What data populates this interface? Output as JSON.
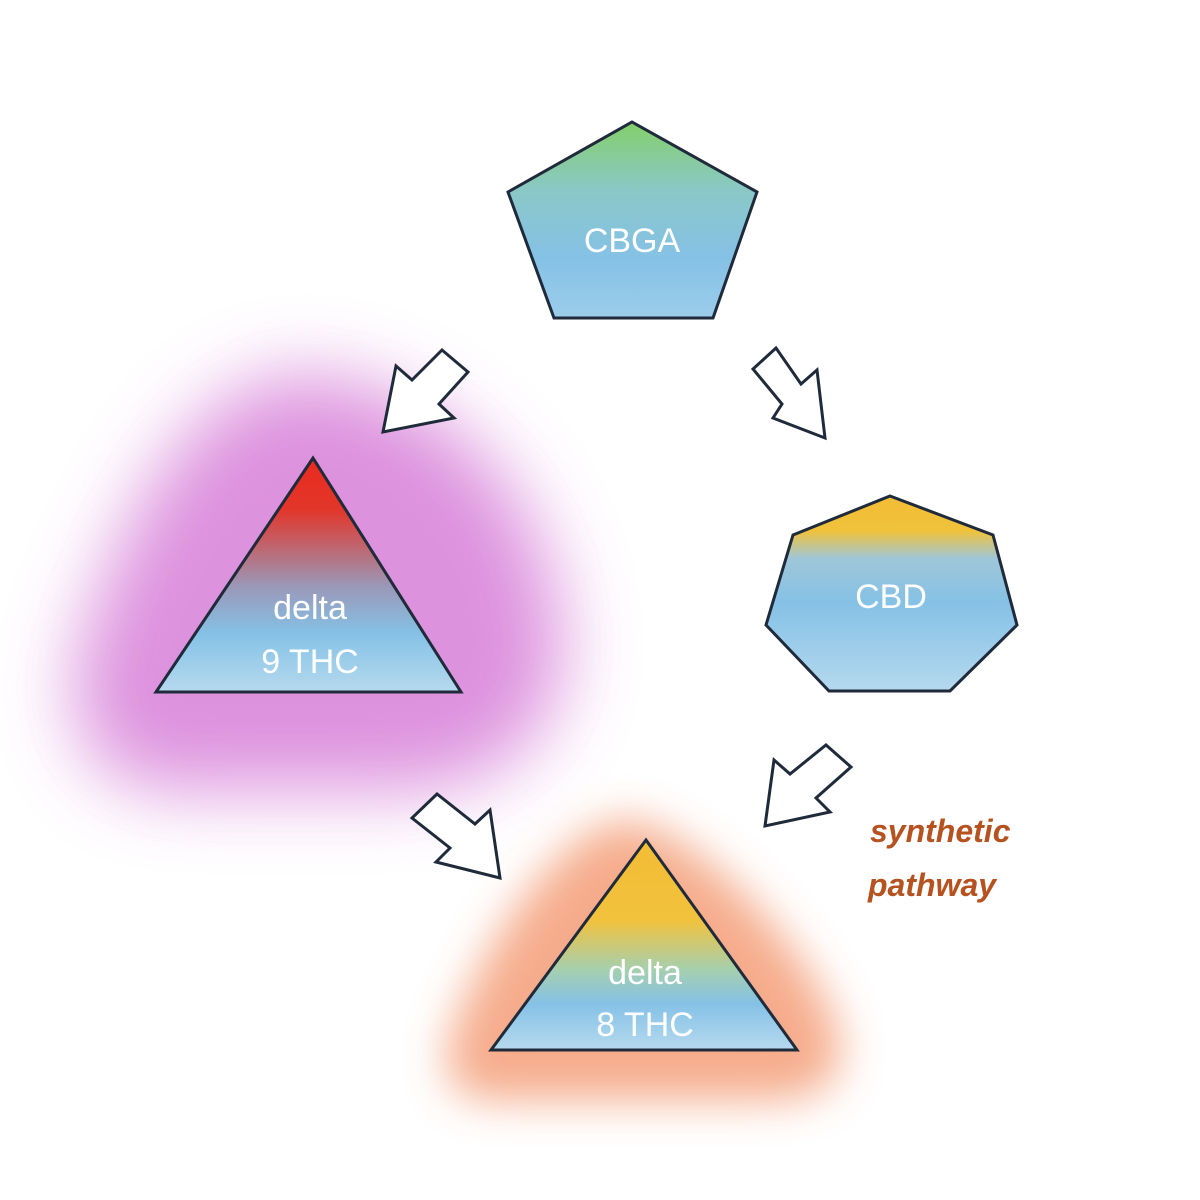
{
  "nodes": {
    "cbga": {
      "label": "CBGA"
    },
    "cbd": {
      "label": "CBD"
    },
    "delta9": {
      "line1": "delta",
      "line2": "9 THC"
    },
    "delta8": {
      "line1": "delta",
      "line2": "8 THC"
    }
  },
  "annotation": {
    "line1": "synthetic",
    "line2": "pathway",
    "color": "#b5521f"
  },
  "colors": {
    "blue": "#85c1e6",
    "green": "#84cf6a",
    "orange": "#f3bc35",
    "red": "#ea2a1f",
    "purple_glow": "#d77fd8",
    "peach_glow": "#f4a37f",
    "outline": "#1f2a3a"
  },
  "icons": [
    "arrow-down-left-icon",
    "arrow-down-right-icon"
  ]
}
